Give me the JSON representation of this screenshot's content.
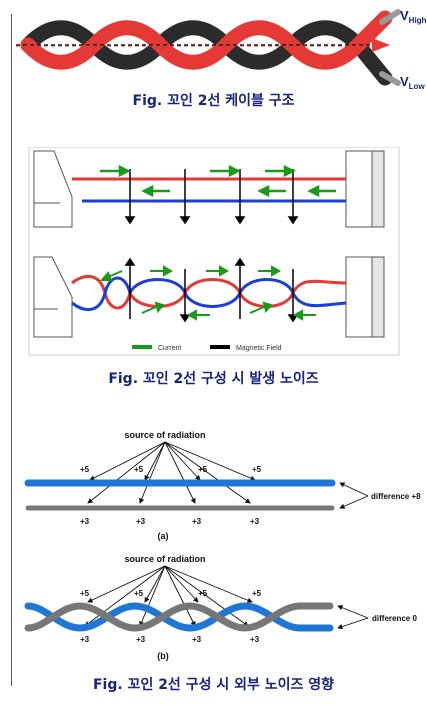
{
  "figure1": {
    "caption": "Fig. 꼬인 2선 케이블 구조",
    "v_high": {
      "main": "V",
      "sub": "High"
    },
    "v_low": {
      "main": "V",
      "sub": "Low"
    }
  },
  "figure2": {
    "caption": "Fig. 꼬인 2선 구성 시 발생 노이즈",
    "legend_current": "Current",
    "legend_field": "Magnetic Field"
  },
  "figure3": {
    "caption": "Fig. 꼬인 2선 구성 시 외부 노이즈 영향",
    "source_label_a": "source of radiation",
    "source_label_b": "source of radiation",
    "top_values": [
      "+5",
      "+5",
      "+5",
      "+5"
    ],
    "bottom_values": [
      "+3",
      "+3",
      "+3",
      "+3"
    ],
    "diff_a": "difference +8",
    "diff_b": "difference 0",
    "label_a": "(a)",
    "label_b": "(b)"
  },
  "colors": {
    "caption": "#1a237e",
    "red_wire": "#e53935",
    "black_wire": "#2b2b2b",
    "blue_wire": "#1f77d4",
    "gray_wire": "#777777",
    "current_arrow": "#1a9a1a"
  }
}
